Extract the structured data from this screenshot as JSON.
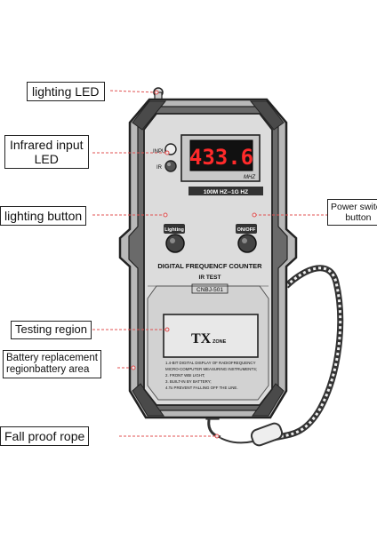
{
  "callouts": {
    "lighting_led": "lighting LED",
    "infrared_input": [
      "Infrared input",
      "LED"
    ],
    "lighting_button": "lighting button",
    "power_switch": [
      "Power switch",
      "button"
    ],
    "testing_region": "Testing region",
    "battery": [
      "Battery replacement",
      "regionbattery area"
    ],
    "fall_proof_rope": "Fall proof rope"
  },
  "device": {
    "input_label": "INPUT",
    "ir_label": "IR",
    "display_value": "433.6",
    "display_unit": "MHZ",
    "range_label": "100M HZ--1G HZ",
    "lighting_button_label": "Lighting",
    "onoff_button_label": "ON/OFF",
    "title": "DIGITAL FREQUENCF COUNTER",
    "subtitle": "IR TEST",
    "model": "CNBJ-501",
    "zone_main": "TX",
    "zone_sub": "ZONE",
    "features": [
      "1.4-BIT DIGITAL DISPLAY OF RADIOFREQUENCY",
      "MICRO-COMPUTER MEASURING INSTRUMENTS;",
      "2. FRONT WBI LIGHT;",
      "3. BUILT-IN BY BATTERY;",
      "4.To PREVENT FALLING OFF THE LINE."
    ]
  },
  "colors": {
    "outline": "#222222",
    "body_fill": "#dcdcdc",
    "panel_fill": "#c8c8c8",
    "lcd_digits": "#ff2a2a",
    "leader_line": "#e05050",
    "callout_text": "#111111"
  }
}
